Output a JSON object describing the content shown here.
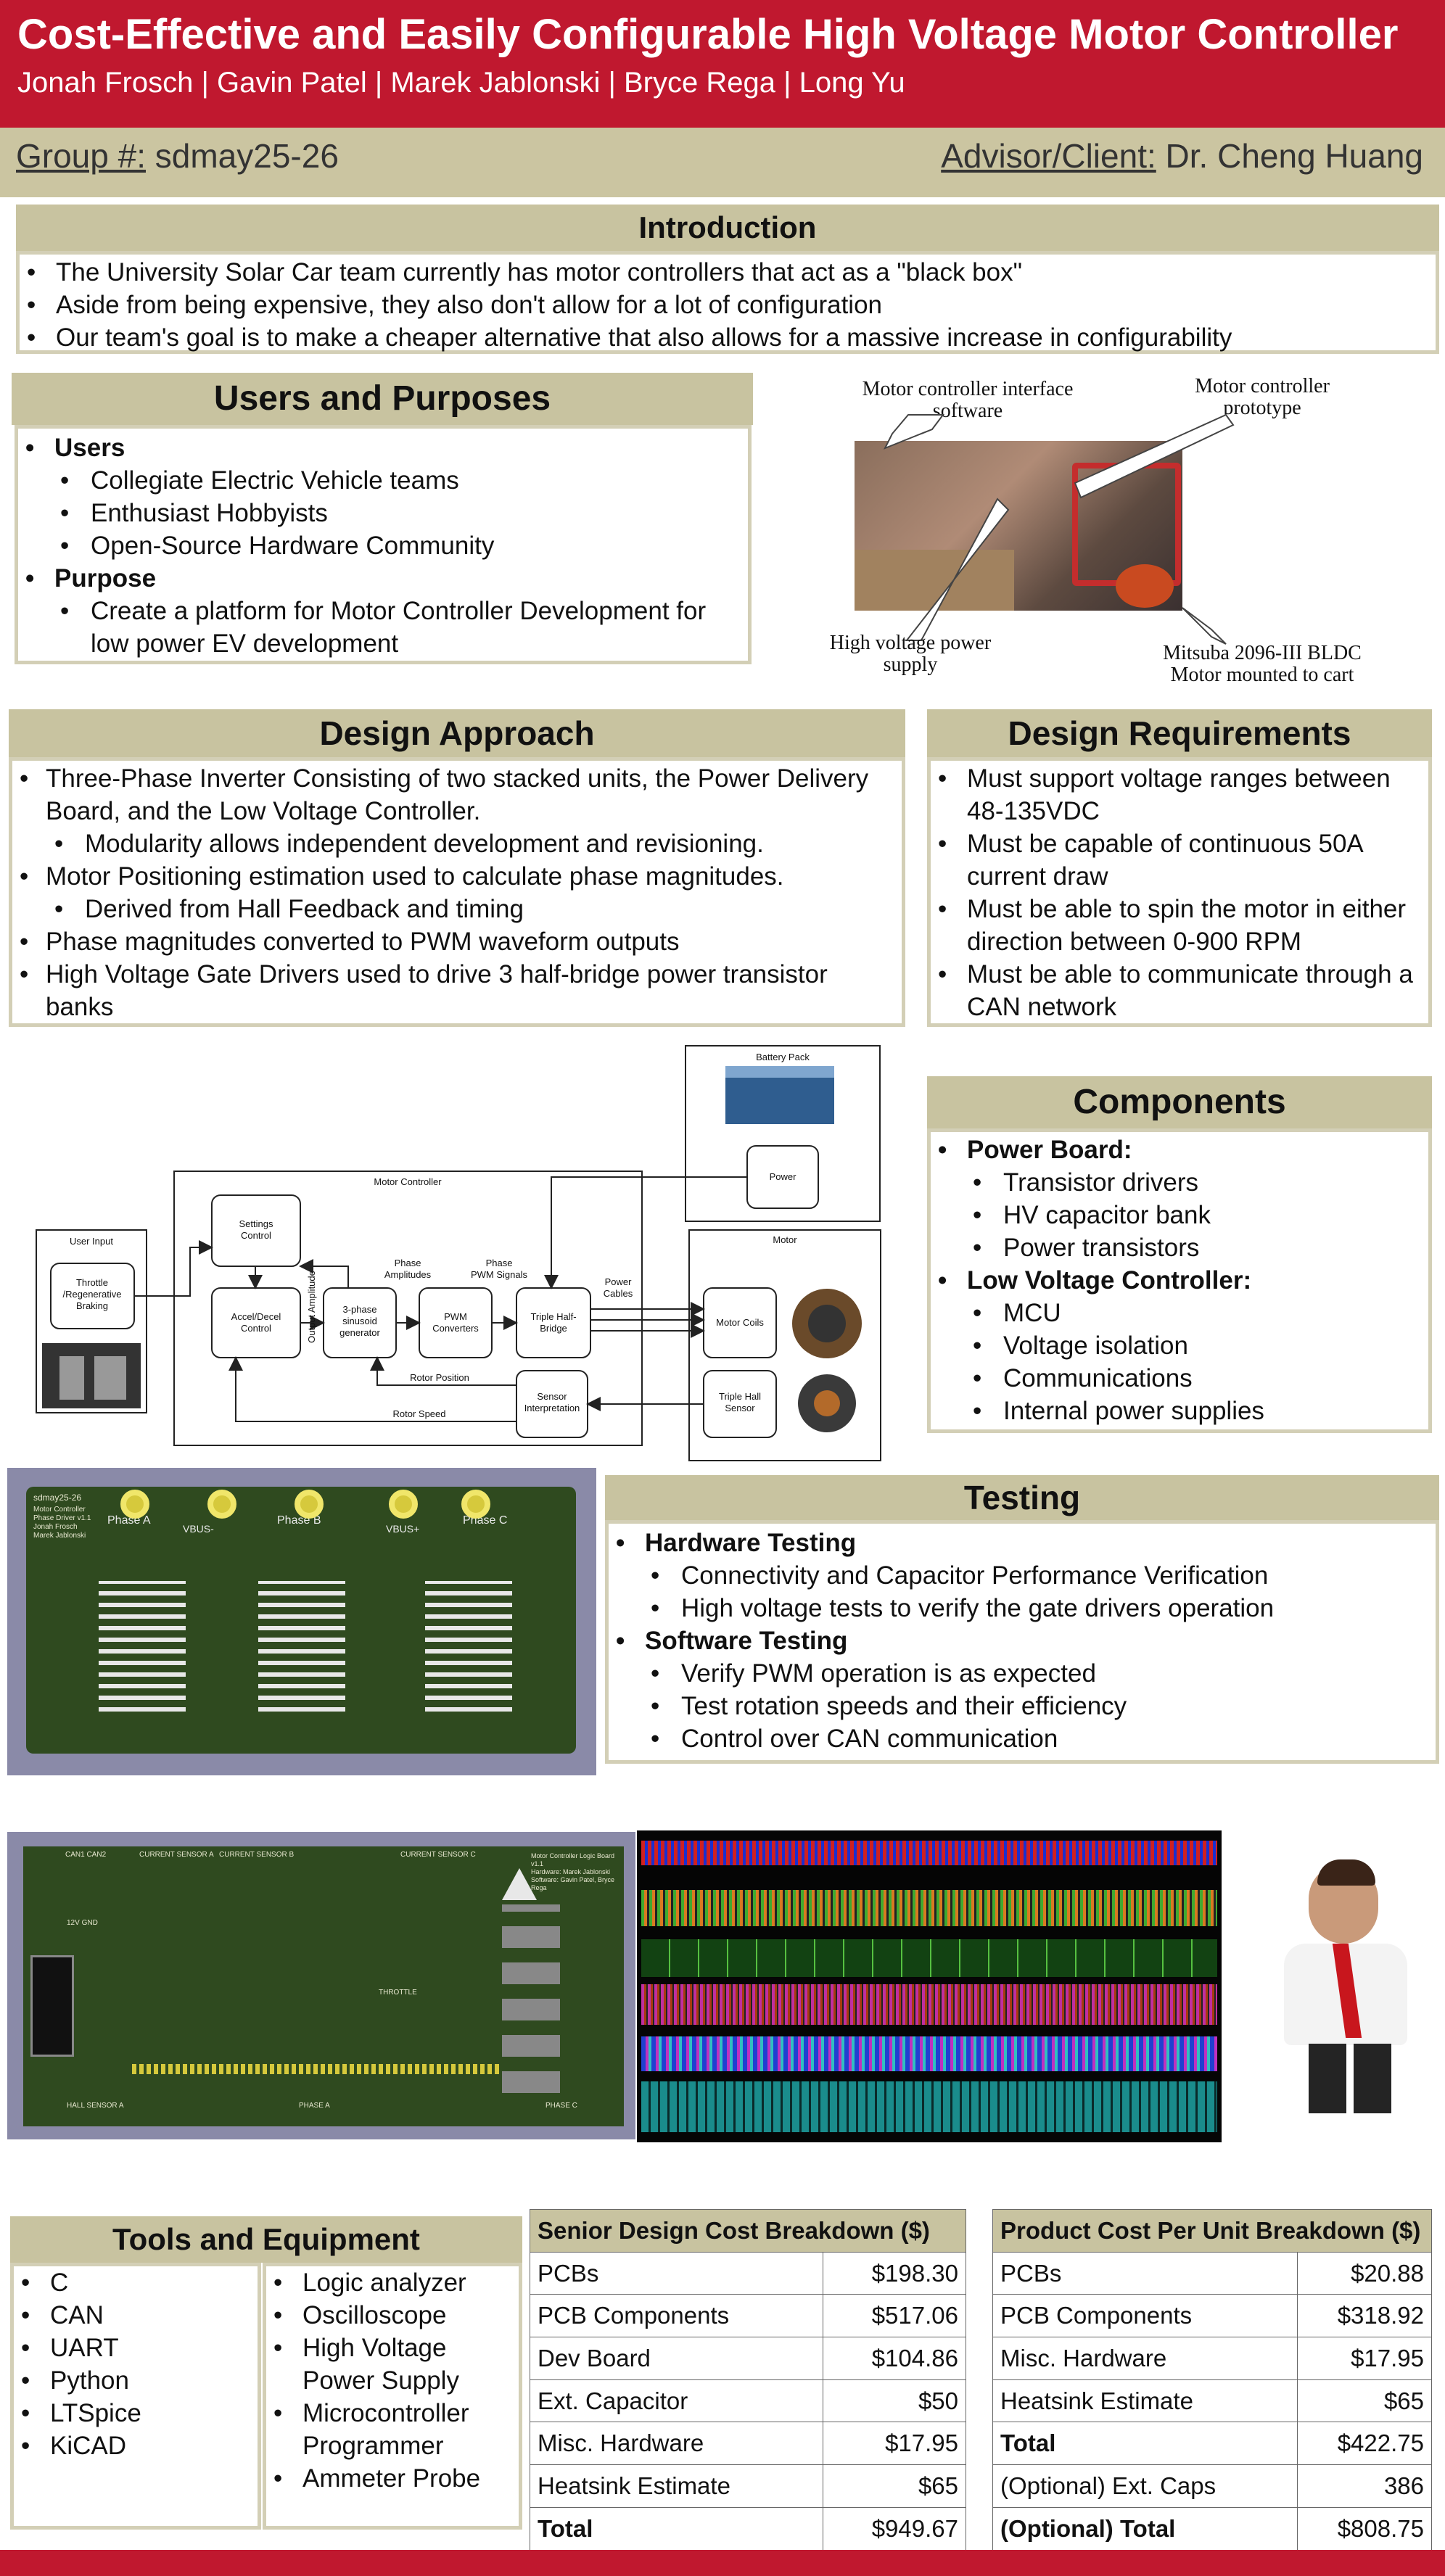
{
  "header": {
    "title": "Cost-Effective and Easily Configurable High Voltage Motor Controller",
    "authors": "Jonah Frosch | Gavin Patel | Marek Jablonski | Bryce Rega | Long Yu"
  },
  "group": {
    "label": "Group #:",
    "value": "sdmay25-26"
  },
  "advisor": {
    "label": "Advisor/Client:",
    "value": "Dr. Cheng Huang"
  },
  "intro": {
    "title": "Introduction",
    "bullets": [
      "The University Solar Car team currently has motor controllers that act as a \"black box\"",
      "Aside from being expensive, they also don't allow for a lot of configuration",
      "Our team's goal is to make a cheaper alternative that also allows for a massive increase in configurability"
    ]
  },
  "users": {
    "title": "Users and Purposes",
    "users_head": "Users",
    "users": [
      "Collegiate Electric Vehicle teams",
      "Enthusiast Hobbyists",
      "Open-Source Hardware Community"
    ],
    "purpose_head": "Purpose",
    "purpose": "Create a platform for Motor Controller Development for low power EV development"
  },
  "photo": {
    "interface": "Motor controller interface software",
    "prototype": "Motor controller prototype",
    "supply": "High voltage power supply",
    "motor": "Mitsuba 2096-III BLDC Motor mounted to cart"
  },
  "design_approach": {
    "title": "Design Approach",
    "b1": "Three-Phase Inverter Consisting of two stacked units, the Power Delivery Board, and the Low Voltage Controller.",
    "b1a": "Modularity allows independent development and revisioning.",
    "b2": "Motor Positioning estimation used to calculate phase magnitudes.",
    "b2a": "Derived from Hall Feedback and timing",
    "b3": "Phase magnitudes converted to PWM waveform outputs",
    "b4": "High Voltage Gate Drivers used to drive 3 half-bridge power transistor banks"
  },
  "design_requirements": {
    "title": "Design Requirements",
    "bullets": [
      "Must support voltage ranges between 48-135VDC",
      "Must be capable of continuous 50A current draw",
      "Must be able to spin the motor in either direction between 0-900 RPM",
      "Must be able to communicate through a CAN network"
    ]
  },
  "diagram": {
    "battery_pack": "Battery Pack",
    "power": "Power",
    "motor_controller": "Motor Controller",
    "user_input": "User Input",
    "throttle": [
      "Throttle",
      "/Regenerative",
      "Braking"
    ],
    "settings": [
      "Settings",
      "Control"
    ],
    "accel": [
      "Accel/Decel",
      "Control"
    ],
    "output_amplitude": "Output Amplitude",
    "phase_amplitudes": [
      "Phase",
      "Amplitudes"
    ],
    "phase_pwm": [
      "Phase",
      "PWM Signals"
    ],
    "generator": [
      "3-phase",
      "sinusoid",
      "generator"
    ],
    "pwm": [
      "PWM",
      "Converters"
    ],
    "bridge": [
      "Triple Half-",
      "Bridge"
    ],
    "power_cables": [
      "Power",
      "Cables"
    ],
    "motor": "Motor",
    "motor_coils": "Motor Coils",
    "rotor_position": "Rotor Position",
    "rotor_speed": "Rotor Speed",
    "sensor": [
      "Sensor",
      "Interpretation"
    ],
    "hall": [
      "Triple Hall",
      "Sensor"
    ]
  },
  "components": {
    "title": "Components",
    "power_head": "Power Board:",
    "power_items": [
      "Transistor drivers",
      "HV capacitor bank",
      "Power transistors"
    ],
    "lv_head": "Low Voltage Controller:",
    "lv_items": [
      "MCU",
      "Voltage isolation",
      "Communications",
      "Internal power supplies"
    ]
  },
  "pcb1": {
    "board_id": "sdmay25-26",
    "board_info": [
      "Motor Controller",
      "Phase Driver v1.1",
      "Jonah Frosch",
      "Marek Jablonski"
    ],
    "phase_a": "Phase A",
    "vbus_minus": "VBUS-",
    "phase_b": "Phase B",
    "vbus_plus": "VBUS+",
    "phase_c": "Phase C"
  },
  "pcb2": {
    "can": "CAN1 CAN2",
    "cs_a": "CURRENT SENSOR A",
    "cs_b": "CURRENT SENSOR B",
    "cs_c": "CURRENT SENSOR C",
    "logic_info": [
      "Motor Controller Logic Board",
      "v1.1",
      "Hardware: Marek Jablonski",
      "Software: Gavin Patel, Bryce Rega"
    ],
    "v12": "12V  GND",
    "throttle": "THROTTLE",
    "hall_a": "HALL SENSOR A",
    "phase_a": "PHASE A",
    "phase_c": "PHASE C"
  },
  "testing": {
    "title": "Testing",
    "hw_head": "Hardware Testing",
    "hw": [
      "Connectivity and Capacitor Performance Verification",
      "High voltage tests to verify the gate drivers operation"
    ],
    "sw_head": "Software Testing",
    "sw": [
      "Verify PWM operation is as expected",
      "Test rotation speeds and their efficiency",
      "Control over CAN communication"
    ]
  },
  "tools": {
    "title": "Tools and Equipment",
    "left": [
      "C",
      "CAN",
      "UART",
      "Python",
      "LTSpice",
      "KiCAD"
    ],
    "right": [
      "Logic analyzer",
      "Oscilloscope",
      "High Voltage Power Supply",
      "Microcontroller Programmer",
      "Ammeter Probe"
    ]
  },
  "senior_cost": {
    "title": "Senior Design Cost Breakdown ($)",
    "rows": [
      [
        "PCBs",
        "$198.30"
      ],
      [
        "PCB Components",
        "$517.06"
      ],
      [
        "Dev Board",
        "$104.86"
      ],
      [
        "Ext. Capacitor",
        "$50"
      ],
      [
        "Misc. Hardware",
        "$17.95"
      ],
      [
        "Heatsink Estimate",
        "$65"
      ],
      [
        "Total",
        "$949.67"
      ]
    ]
  },
  "unit_cost": {
    "title": "Product Cost Per Unit Breakdown ($)",
    "rows": [
      [
        "PCBs",
        "$20.88"
      ],
      [
        "PCB Components",
        "$318.92"
      ],
      [
        "Misc. Hardware",
        "$17.95"
      ],
      [
        "Heatsink Estimate",
        "$65"
      ],
      [
        "Total",
        "$422.75"
      ],
      [
        "(Optional) Ext. Caps",
        "386"
      ],
      [
        "(Optional) Total",
        "$808.75"
      ]
    ]
  },
  "colors": {
    "banner": "#c0182f",
    "section_header": "#c8c3a0",
    "pcb_green": "#2f4a1f",
    "pcb_bg": "#8a8aa8"
  }
}
